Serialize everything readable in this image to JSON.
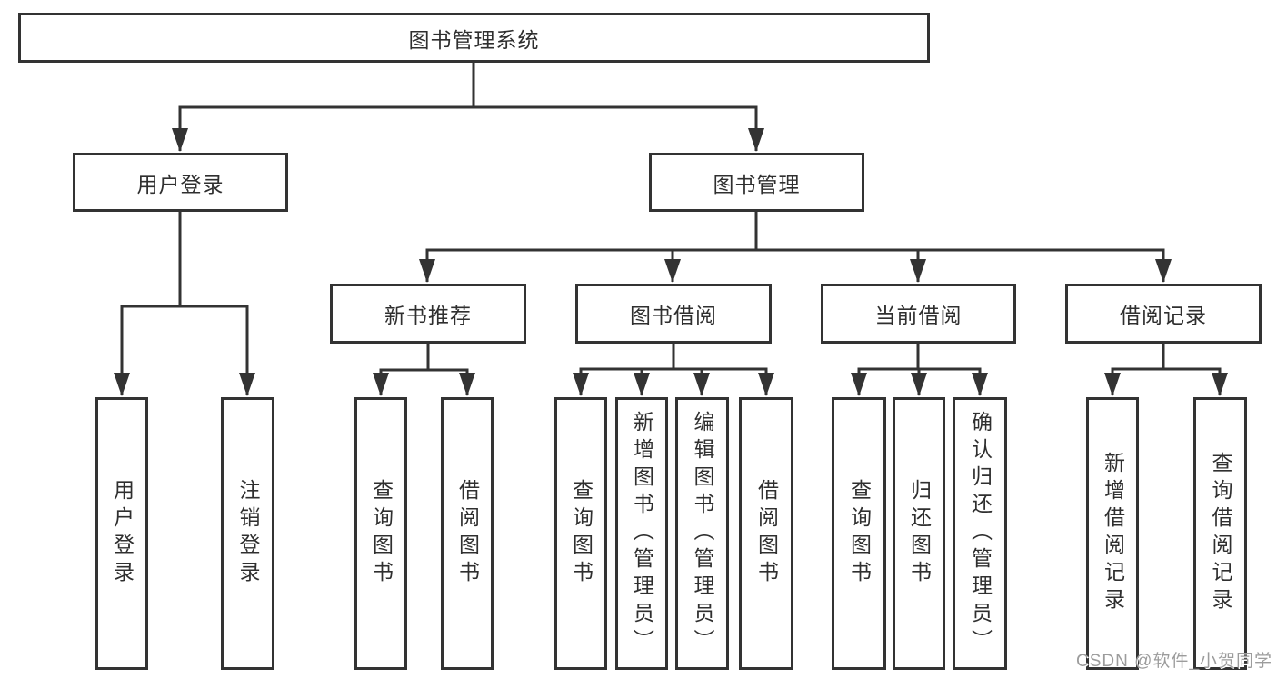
{
  "diagram": {
    "root": "图书管理系统",
    "user_branch": {
      "label": "用户登录",
      "children": [
        "用户登录",
        "注销登录"
      ]
    },
    "book_branch": {
      "label": "图书管理",
      "groups": [
        {
          "label": "新书推荐",
          "children": [
            "查询图书",
            "借阅图书"
          ]
        },
        {
          "label": "图书借阅",
          "children": [
            "查询图书",
            "新增图书（管理员）",
            "编辑图书（管理员）",
            "借阅图书"
          ]
        },
        {
          "label": "当前借阅",
          "children": [
            "查询图书",
            "归还图书",
            "确认归还（管理员）"
          ]
        },
        {
          "label": "借阅记录",
          "children": [
            "新增借阅记录",
            "查询借阅记录"
          ]
        }
      ]
    }
  },
  "watermark": "CSDN @软件_小贺同学",
  "colors": {
    "line": "#333333",
    "text": "#2f2f2f",
    "watermark": "#9c9c9c",
    "background": "#ffffff"
  }
}
